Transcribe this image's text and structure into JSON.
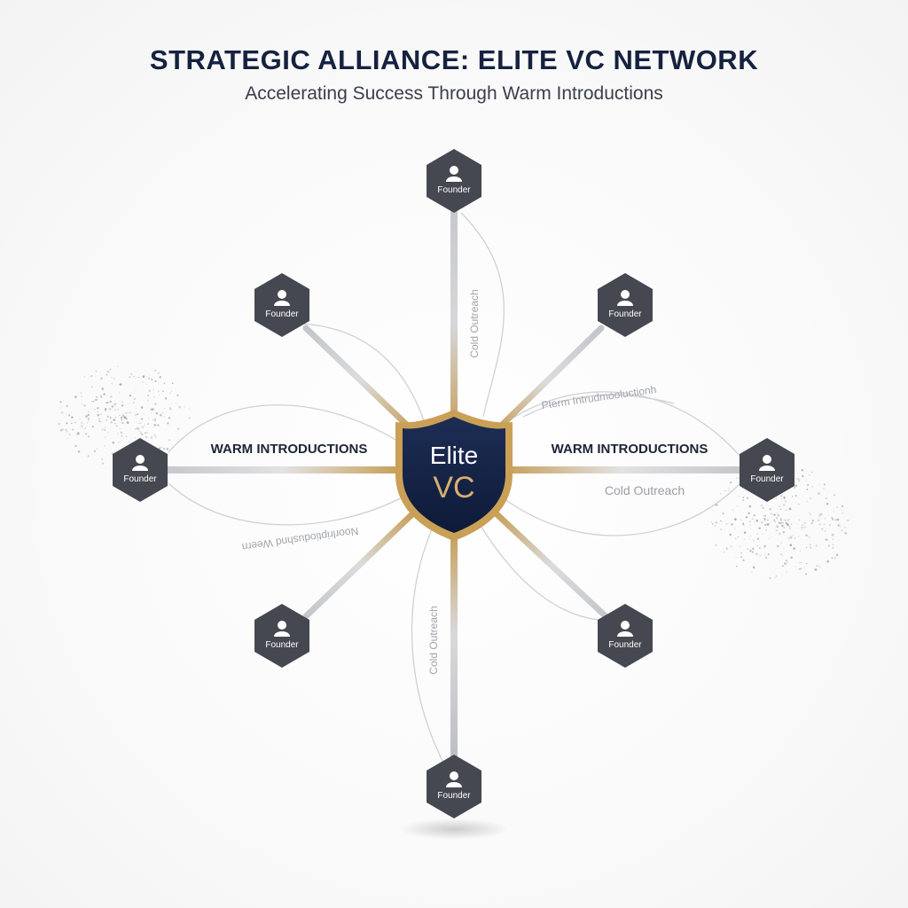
{
  "header": {
    "title": "STRATEGIC ALLIANCE: ELITE VC NETWORK",
    "subtitle": "Accelerating Success Through Warm Introductions"
  },
  "hub": {
    "line1": "Elite",
    "line2": "VC"
  },
  "nodes": [
    {
      "id": "top",
      "label": "Founder"
    },
    {
      "id": "top-left",
      "label": "Founder"
    },
    {
      "id": "top-right",
      "label": "Founder"
    },
    {
      "id": "left",
      "label": "Founder"
    },
    {
      "id": "right",
      "label": "Founder"
    },
    {
      "id": "bottom-left",
      "label": "Founder"
    },
    {
      "id": "bottom-right",
      "label": "Founder"
    },
    {
      "id": "bottom",
      "label": "Founder"
    }
  ],
  "labels": {
    "warm_left": "WARM INTRODUCTIONS",
    "warm_right": "WARM INTRODUCTIONS",
    "cold_right": "Cold Outreach",
    "cold_top": "Cold Outreach",
    "cold_bottom": "Cold Outreach",
    "curve_upper_right": "Pterm Intrudmooluctionh",
    "curve_lower_left": "Noorlriptiodushnd Weern"
  },
  "colors": {
    "title": "#15223f",
    "node_fill": "#454850",
    "hub_fill": "#16244a",
    "gold": "#c9a055",
    "silver": "#b8bbc2"
  },
  "icons": {
    "founder": "person-icon",
    "hub": "shield-icon"
  }
}
